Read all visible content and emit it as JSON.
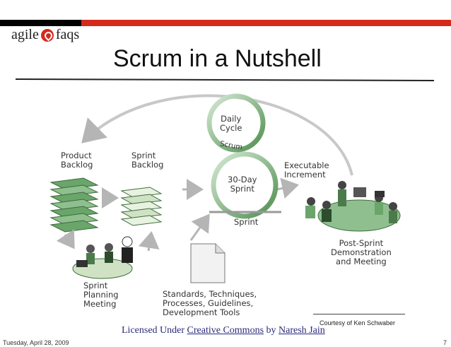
{
  "logo": {
    "left": "agile",
    "right": "faqs"
  },
  "slide": {
    "title": "Scrum in a Nutshell",
    "page_number": "7",
    "date": "Tuesday, April 28, 2009"
  },
  "diagram": {
    "product_backlog": "Product\nBacklog",
    "sprint_backlog": "Sprint\nBacklog",
    "daily_cycle": "Daily\nCycle",
    "scrum": "Scrum",
    "thirty_day_sprint": "30-Day\nSprint",
    "sprint": "Sprint",
    "executable_increment": "Executable\nIncrement",
    "post_sprint": "Post-Sprint\nDemonstration\nand Meeting",
    "sprint_planning": "Sprint\nPlanning\nMeeting",
    "standards": "Standards, Techniques,\nProcesses, Guidelines,\nDevelopment Tools"
  },
  "credits": {
    "courtesy": "Courtesy of Ken Schwaber",
    "license_prefix": "Licensed Under",
    "license_link": "Creative Commons",
    "by": "by",
    "author": "Naresh Jain"
  },
  "colors": {
    "accent": "#d42a1c",
    "green": "#5a9a5a",
    "arrow": "#b5b5b5"
  }
}
